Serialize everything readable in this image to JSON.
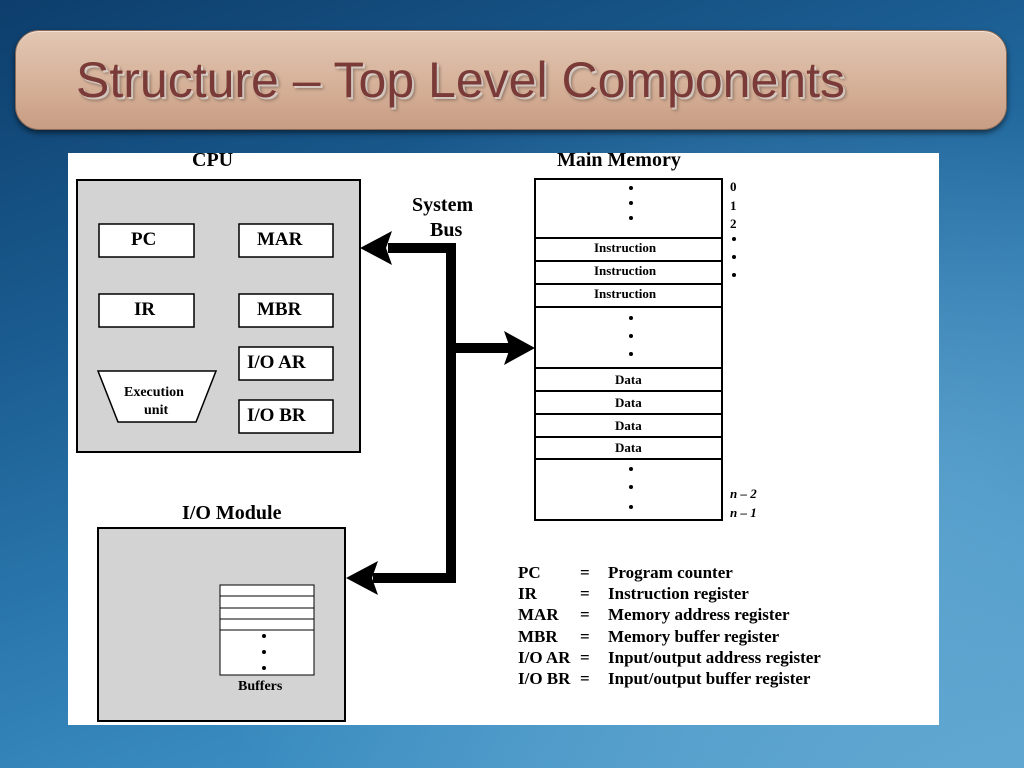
{
  "slide": {
    "title": "Structure – Top Level Components"
  },
  "diagram": {
    "cpu": {
      "title": "CPU",
      "registers": {
        "pc": "PC",
        "mar": "MAR",
        "ir": "IR",
        "mbr": "MBR",
        "io_ar": "I/O AR",
        "io_br": "I/O BR"
      },
      "execution_unit": {
        "line1": "Execution",
        "line2": "unit"
      }
    },
    "system_bus": {
      "line1": "System",
      "line2": "Bus"
    },
    "main_memory": {
      "title": "Main Memory",
      "instructions": [
        "Instruction",
        "Instruction",
        "Instruction"
      ],
      "data": [
        "Data",
        "Data",
        "Data",
        "Data"
      ],
      "addresses": {
        "a0": "0",
        "a1": "1",
        "a2": "2",
        "n2": "n – 2",
        "n1": "n – 1"
      }
    },
    "io_module": {
      "title": "I/O Module",
      "buffers_label": "Buffers"
    },
    "legend": [
      {
        "abbr": "PC",
        "eq": "=",
        "desc": "Program counter"
      },
      {
        "abbr": "IR",
        "eq": "=",
        "desc": "Instruction register"
      },
      {
        "abbr": "MAR",
        "eq": "=",
        "desc": "Memory address register"
      },
      {
        "abbr": "MBR",
        "eq": "=",
        "desc": "Memory buffer register"
      },
      {
        "abbr": "I/O AR",
        "eq": "=",
        "desc": "Input/output address register"
      },
      {
        "abbr": "I/O BR",
        "eq": "=",
        "desc": "Input/output buffer register"
      }
    ]
  }
}
